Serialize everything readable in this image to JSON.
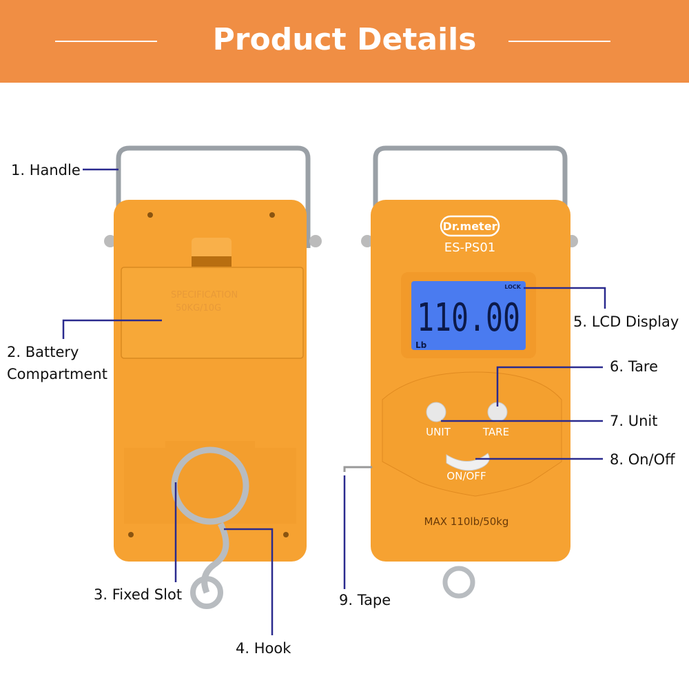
{
  "header": {
    "title": "Product Details",
    "background": "#F08E44"
  },
  "device": {
    "brand": "Dr.meter",
    "model": "ES-PS01",
    "display": {
      "reading": "110.00",
      "unit": "Lb",
      "lock": "LOCK",
      "backlight": "#4A7BF0"
    },
    "buttons": {
      "unit": "UNIT",
      "tare": "TARE",
      "power": "ON/OFF"
    },
    "capacity": "MAX  110lb/50kg",
    "battery_cover": {
      "line1": "SPECIFICATION",
      "line2": "50KG/10G"
    },
    "body_color": "#F6A232"
  },
  "callouts": [
    {
      "label": "1. Handle"
    },
    {
      "label": "2. Battery"
    },
    {
      "label": "Compartment"
    },
    {
      "label": "3. Fixed Slot"
    },
    {
      "label": "4. Hook"
    },
    {
      "label": "5. LCD Display"
    },
    {
      "label": "6. Tare"
    },
    {
      "label": "7. Unit"
    },
    {
      "label": "8. On/Off"
    },
    {
      "label": "9. Tape"
    }
  ],
  "callout_color": "#2A2A8E"
}
